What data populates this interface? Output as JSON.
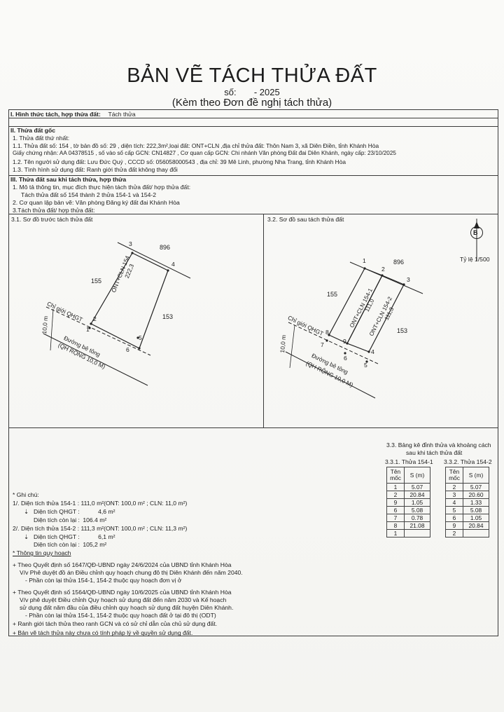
{
  "header": {
    "title": "BẢN VẼ TÁCH THỬA ĐẤT",
    "so_label": "số:",
    "so_year": "- 2025",
    "subtitle": "(Kèm theo Đơn đề nghị tách thửa)"
  },
  "section1": {
    "heading": "I. Hình thức tách, hợp thửa đất:",
    "value": "Tách thửa"
  },
  "section2": {
    "heading": "II. Thửa đất gốc",
    "line1": "1. Thửa đất thứ nhất:",
    "line1_1": "1.1. Thửa đất số: 154 , tờ bản đồ số: 29 , diện tích: 222,3m²,loại đất: ONT+CLN ,địa chỉ thửa đất: Thôn Nam 3, xã Diên Điền, tỉnh Khánh Hòa",
    "line_gcn": "Giấy chứng nhận: AA 04378515 , số vào số cấp GCN: CN14827 , Cơ quan cấp GCN: Chi nhánh Văn phòng Đất đai Diên Khánh, ngày cấp: 23/10/2025",
    "line1_2": "1.2. Tên người sử dụng đất: Lưu Đức Quý , CCCD số: 056058000543 , địa chỉ: 39 Mê Linh, phường Nha Trang, tỉnh Khánh Hòa",
    "line1_3": "1.3. Tình hình sử dụng đất: Ranh giới thửa đất không thay đổi"
  },
  "section3": {
    "heading": "III. Thửa đất sau khi tách thửa, hợp thửa",
    "line1": "1. Mô tả thông tin, mục đích thực hiện tách thửa đất/ hợp thửa đất:",
    "line1_val": "Tách thửa đất số 154 thành 2 thửa 154-1 và 154-2",
    "line2": "2. Cơ quan lập bản vẽ: Văn phòng Đăng ký đất đai Khánh Hòa",
    "line3": "3.Tách thửa đất/ hợp thửa đất:"
  },
  "diagram_before": {
    "heading": "3.1. Sơ đồ trước tách thửa đất",
    "parcel_896": "896",
    "parcel_155": "155",
    "parcel_153": "153",
    "label_use": "ONT+CLN",
    "label_number": "154",
    "label_area": "222,3",
    "chi_gioi": "Chỉ giới QHGT",
    "width_10": "10,0 m",
    "road_name": "Đường bê tông",
    "road_width": "(QH RỘNG 10,0 M)",
    "points": [
      "1",
      "2",
      "3",
      "4",
      "5",
      "6"
    ]
  },
  "diagram_after": {
    "heading": "3.2. Sơ đồ sau tách thửa đất",
    "parcel_896": "896",
    "parcel_155": "155",
    "parcel_153": "153",
    "label_use_1": "ONT+CLN",
    "label_number_1": "154-1",
    "label_area_1": "111,0",
    "label_use_2": "ONT+CLN",
    "label_number_2": "154-2",
    "label_area_2": "111,3",
    "chi_gioi": "Chỉ giới QHGT",
    "width_10": "10,0 m",
    "road_name": "Đường bê tông",
    "road_width": "(QH RỘNG 10,0 M)",
    "scale": "Tỷ lệ 1/500",
    "north": "B",
    "points": [
      "1",
      "2",
      "3",
      "4",
      "5",
      "6",
      "7",
      "8",
      "9"
    ]
  },
  "table_section": {
    "heading_line1": "3.3. Bảng kê đỉnh thửa và khoảng cách",
    "heading_line2": "sau khi tách thửa đất",
    "t1_title": "3.3.1. Thửa 154-1",
    "t2_title": "3.3.2. Thửa 154-2",
    "col_name": "Tên mốc",
    "col_s": "S (m)",
    "t1_marks": [
      "1",
      "2",
      "9",
      "6",
      "7",
      "8",
      "1"
    ],
    "t1_dists": [
      "5.07",
      "20.84",
      "1.05",
      "5.08",
      "0.78",
      "21.08"
    ],
    "t2_marks": [
      "2",
      "3",
      "4",
      "5",
      "6",
      "9",
      "2"
    ],
    "t2_dists": [
      "5.07",
      "20.60",
      "1.33",
      "5.08",
      "1.05",
      "20.84"
    ]
  },
  "notes": {
    "ghi_chu": "* Ghi chú:",
    "n1": "1/. Diện tích thửa 154-1 : 111,0 m²(ONT: 100,0 m² ; CLN: 11,0 m²)",
    "n1_qhgt_label": "Diện tích QHGT :",
    "n1_qhgt_val": "4,6 m²",
    "n1_con_label": "Diện tích còn lại :",
    "n1_con_val": "106.4 m²",
    "n2": "2/. Diện tích thửa 154-2 : 111,3 m²(ONT: 100,0 m² ; CLN: 11,3 m²)",
    "n2_qhgt_label": "Diện tích QHGT :",
    "n2_qhgt_val": "6,1 m²",
    "n2_con_label": "Diện tích còn lại :",
    "n2_con_val": "105,2 m²",
    "thong_tin": "* Thông tin quy hoạch",
    "p1_a": "+ Theo Quyết định số 1647/QĐ-UBND ngày 24/6/2024 của UBND tỉnh Khánh Hòa",
    "p1_b": "V/v Phê duyệt đồ án Điều chỉnh quy hoạch chung đô thị Diên Khánh đến năm 2040.",
    "p1_c": "- Phần còn lại thửa 154-1, 154-2 thuộc quy hoạch đơn vị ở",
    "p2_a": "+ Theo Quyết định số 1564/QĐ-UBND ngày 10/6/2025 của UBND tỉnh Khánh Hòa",
    "p2_b": "V/v phê duyệt Điều chỉnh Quy hoạch sử dụng đất đến năm 2030 và Kế hoạch",
    "p2_c": "sử dụng đất năm đầu của điều chỉnh quy hoạch sử dụng đất huyện Diên Khánh.",
    "p2_d": "- Phần còn lại thửa 154-1, 154-2 thuộc quy hoạch đất ở tại đô thị (ODT)",
    "p3": "+ Ranh giới tách thửa theo ranh GCN và có sử chỉ dẫn của chủ sử dụng đất.",
    "p4": "+ Bản vẽ tách thửa này chưa có tính pháp lý về quyền sử dụng đất."
  }
}
